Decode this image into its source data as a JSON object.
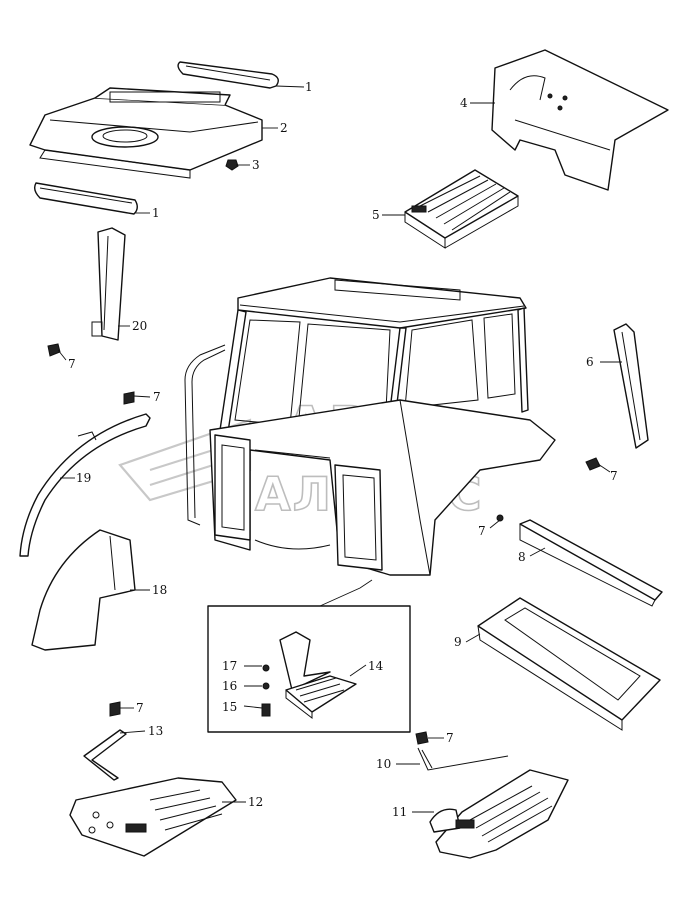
{
  "watermark": {
    "line1": "АВТО",
    "line2": "АЛЬЯНС"
  },
  "callouts": [
    {
      "id": "c1a",
      "label": "1"
    },
    {
      "id": "c2",
      "label": "2"
    },
    {
      "id": "c3",
      "label": "3"
    },
    {
      "id": "c1b",
      "label": "1"
    },
    {
      "id": "c4",
      "label": "4"
    },
    {
      "id": "c5",
      "label": "5"
    },
    {
      "id": "c20",
      "label": "20"
    },
    {
      "id": "c7a",
      "label": "7"
    },
    {
      "id": "c6",
      "label": "6"
    },
    {
      "id": "c7b",
      "label": "7"
    },
    {
      "id": "c7c",
      "label": "7"
    },
    {
      "id": "c19",
      "label": "19"
    },
    {
      "id": "c7d",
      "label": "7"
    },
    {
      "id": "c8",
      "label": "8"
    },
    {
      "id": "c18",
      "label": "18"
    },
    {
      "id": "c9",
      "label": "9"
    },
    {
      "id": "c17",
      "label": "17"
    },
    {
      "id": "c14",
      "label": "14"
    },
    {
      "id": "c16",
      "label": "16"
    },
    {
      "id": "c15",
      "label": "15"
    },
    {
      "id": "c7e",
      "label": "7"
    },
    {
      "id": "c13",
      "label": "13"
    },
    {
      "id": "c7f",
      "label": "7"
    },
    {
      "id": "c10",
      "label": "10"
    },
    {
      "id": "c12",
      "label": "12"
    },
    {
      "id": "c11",
      "label": "11"
    }
  ]
}
